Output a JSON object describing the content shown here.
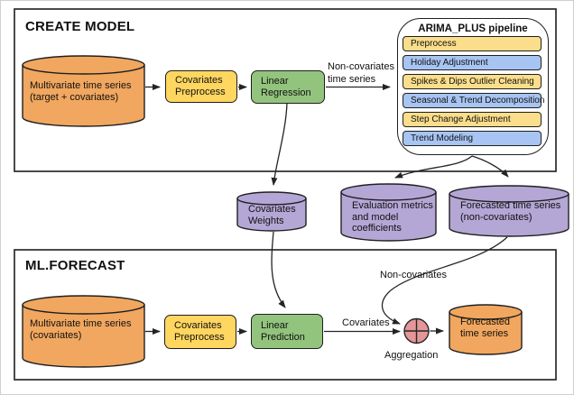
{
  "colors": {
    "orange": "#F1A75F",
    "yellow": "#FFD65F",
    "green": "#93C47D",
    "purple": "#B4A7D6",
    "pipeline_yellow": "#FADE8B",
    "pipeline_blue": "#A7C4F2",
    "aggregation_red": "#E59698",
    "stroke": "#1F1F1F"
  },
  "create_model": {
    "title": "CREATE MODEL",
    "source_cylinder": {
      "line1": "Multivariate time series",
      "line2": "(target + covariates)"
    },
    "covariates_preprocess": {
      "line1": "Covariates",
      "line2": "Preprocess"
    },
    "linear_regression": {
      "line1": "Linear",
      "line2": "Regression"
    },
    "noncov_arrow_label": {
      "line1": "Non-covariates",
      "line2": "time series"
    },
    "pipeline": {
      "title": "ARIMA_PLUS pipeline",
      "steps": [
        {
          "label": "Preprocess",
          "color": "yellow"
        },
        {
          "label": "Holiday Adjustment",
          "color": "blue"
        },
        {
          "label": "Spikes & Dips Outlier Cleaning",
          "color": "yellow"
        },
        {
          "label": "Seasonal & Trend Decomposition",
          "color": "blue"
        },
        {
          "label": "Step Change Adjustment",
          "color": "yellow"
        },
        {
          "label": "Trend Modeling",
          "color": "blue"
        }
      ]
    }
  },
  "intermediate": {
    "covariates_weights": {
      "line1": "Covariates",
      "line2": "Weights"
    },
    "evaluation_metrics": {
      "line1": "Evaluation metrics",
      "line2": "and model",
      "line3": "coefficients"
    },
    "forecasted_noncov": {
      "line1": "Forecasted time series",
      "line2": "(non-covariates)"
    }
  },
  "ml_forecast": {
    "title": "ML.FORECAST",
    "source_cylinder": {
      "line1": "Multivariate time series",
      "line2": "(covariates)"
    },
    "covariates_preprocess": {
      "line1": "Covariates",
      "line2": "Preprocess"
    },
    "linear_prediction": {
      "line1": "Linear",
      "line2": "Prediction"
    },
    "covariates_label": "Covariates",
    "non_covariates_label": "Non-covariates",
    "aggregation_label": "Aggregation",
    "output_cylinder": {
      "line1": "Forecasted",
      "line2": "time series"
    }
  }
}
